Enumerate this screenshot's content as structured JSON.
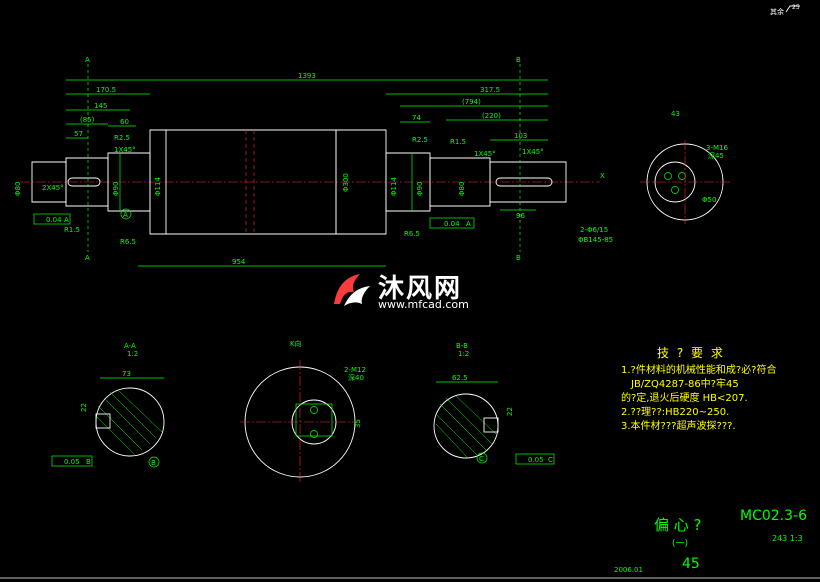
{
  "corner_label": "其余",
  "corner_roughness": "25",
  "section_marks": {
    "a": "A",
    "b": "B",
    "x": "X"
  },
  "dims": {
    "overall": "1393",
    "left_170": "170.5",
    "left_145": "145",
    "left_85": "(85)",
    "left_57": "57",
    "left_60": "60",
    "right_317": "317.5",
    "right_794": "(794)",
    "right_74": "74",
    "right_220": "(220)",
    "right_103": "103",
    "center_954": "954",
    "dia_114a": "Φ114",
    "dia_300": "Φ300",
    "dia_114b": "Φ114",
    "dia_left_end": "Φ80",
    "dia_left_step": "Φ90",
    "dia_right_step": "Φ90",
    "dia_right_end": "Φ80",
    "radius_r25_left": "R2.5",
    "radius_r25_right": "R2.5",
    "radius_r15_left": "R1.5",
    "radius_r15_right": "R1.5",
    "radius_r65_left": "R6.5",
    "radius_r65_right": "R6.5",
    "chamfer_left": "2X45°",
    "chamfer_right_1": "1X45°",
    "chamfer_right_2": "1X45°",
    "chamfer_left_2": "1X45°",
    "tol_left": "0.04",
    "tol_right": "0.04",
    "tol_ref_left": "A",
    "tol_ref_right": "A",
    "len_96": "96",
    "hole_note": "2-Φ6/15",
    "hole_note_2": "ΦB145-85",
    "end_m16": "3-M16",
    "end_m16_depth": "深45",
    "end_dia_43": "43",
    "end_dia_50": "Φ50",
    "view_aa": "A-A",
    "view_aa_scale": "1:2",
    "view_aa_73": "73",
    "view_aa_22": "22",
    "view_aa_tol": "0.05",
    "view_aa_ref": "B",
    "view_kk": "K向",
    "view_kk_m12": "2-M12",
    "view_kk_depth": "深40",
    "view_kk_35": "35",
    "view_bb": "B-B",
    "view_bb_scale": "1:2",
    "view_bb_62": "62.5",
    "view_bb_22": "22",
    "view_bb_tol": "0.05",
    "view_bb_ref": "C",
    "circle_a": "A",
    "circle_b": "B",
    "circle_c": "C"
  },
  "notes": {
    "heading": "技 ? 要 求",
    "lines": [
      "1.?件材料的机械性能和成?必?符合",
      "JB/ZQ4287-86中?牢45",
      "的?定,退火后硬度 HB<207.",
      "2.??理??:HB220~250.",
      "3.本件材???超声波探???."
    ]
  },
  "title_block": {
    "name": "偏 心 ?",
    "sub": "(一)",
    "code": "MC02.3-6",
    "qty_scale": "243  1:3",
    "material": "45",
    "date": "2006.01"
  },
  "watermark": {
    "text": "沐风网",
    "url": "www.mfcad.com"
  },
  "colors": {
    "background": "#000000",
    "line_green": "#00ff00",
    "outline_white": "#ffffff",
    "center_red": "#ff2a2a",
    "notes_yellow": "#ffff00"
  }
}
